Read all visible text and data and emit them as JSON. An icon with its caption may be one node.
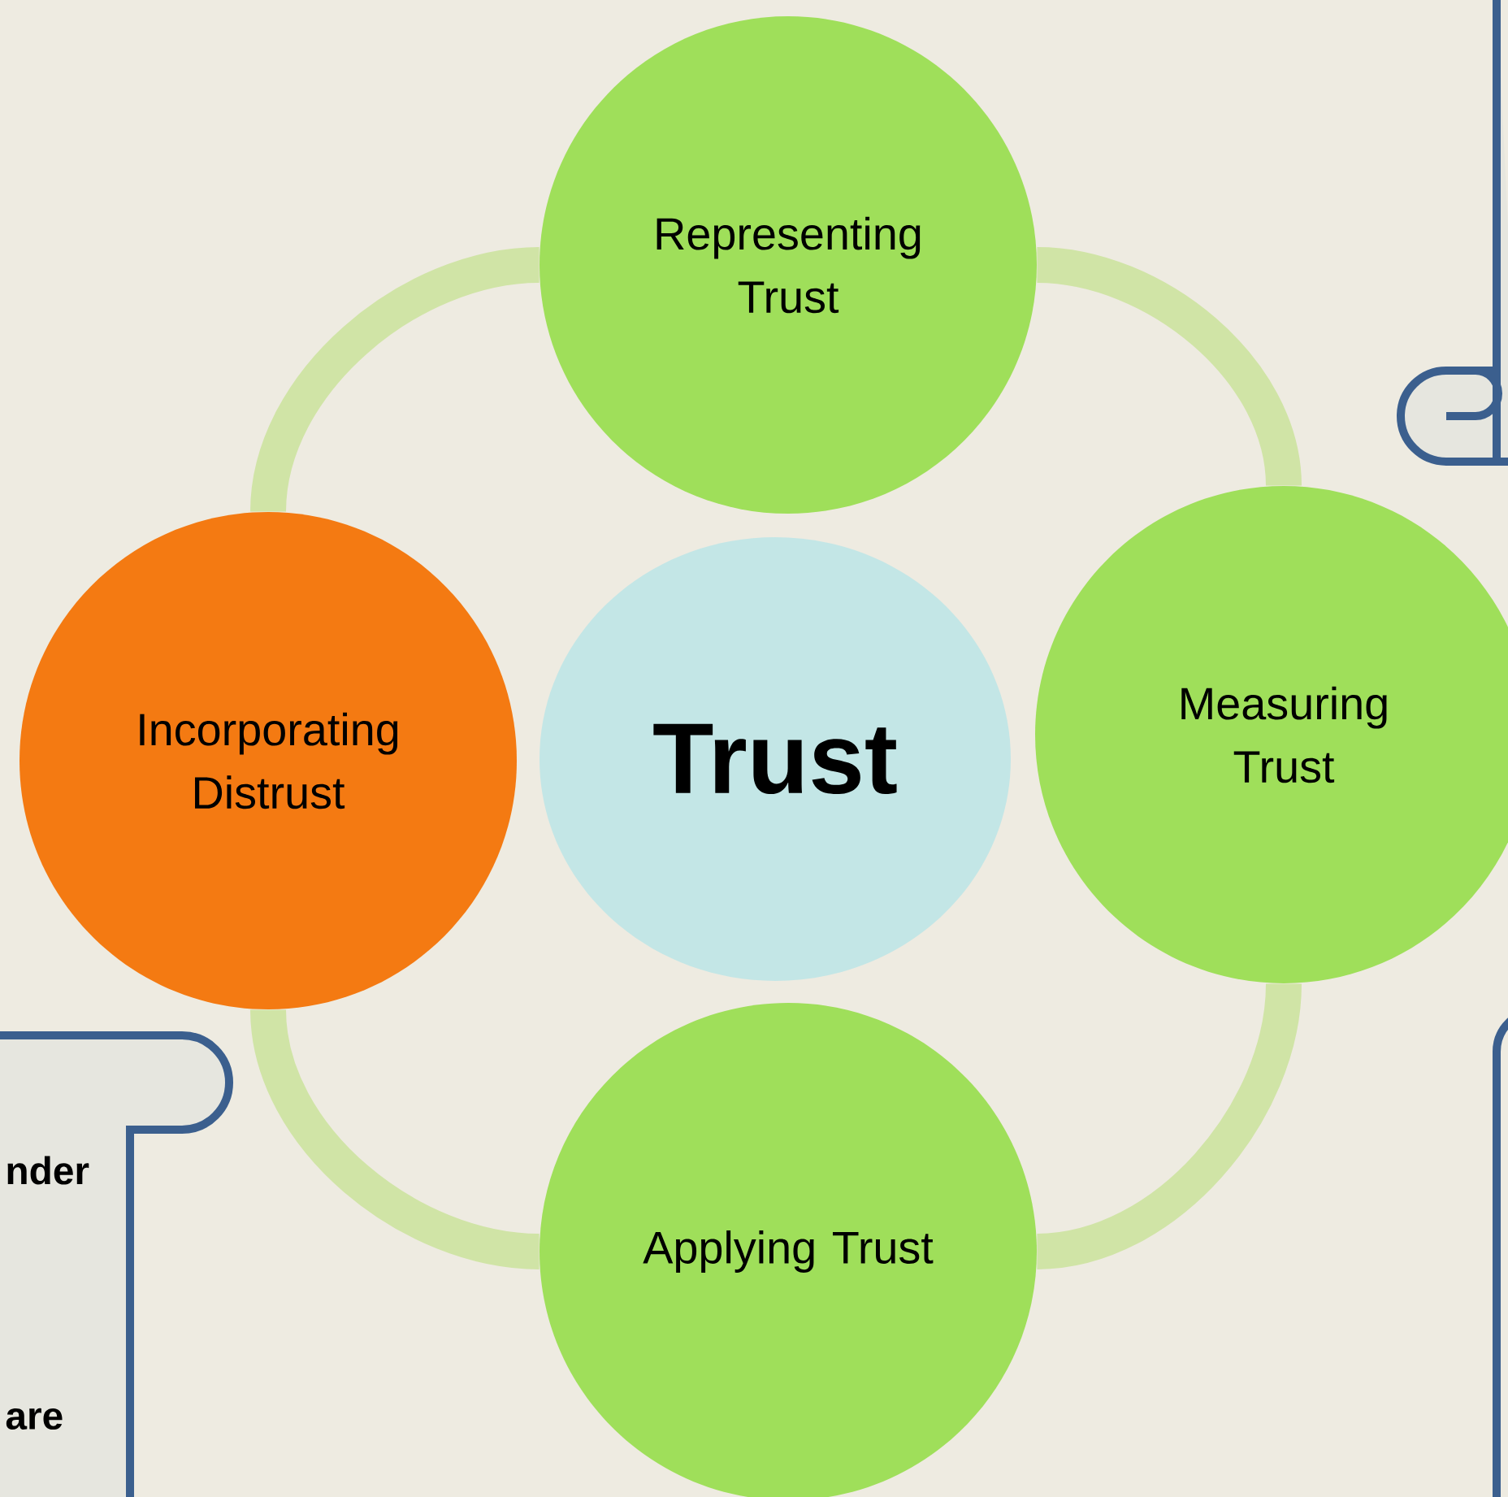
{
  "diagram": {
    "nodes": [
      {
        "text": [
          "Trust"
        ]
      },
      {
        "text": [
          "Representing Trust"
        ]
      },
      {
        "text": [
          "Measuring Trust"
        ]
      },
      {
        "text": [
          "Applying Trust"
        ]
      },
      {
        "text": [
          "Incorporating Distrust"
        ]
      }
    ],
    "edges": [
      {
        "from": 1,
        "to": 2,
        "arrow": "none"
      },
      {
        "from": 2,
        "to": 3,
        "arrow": "none"
      },
      {
        "from": 3,
        "to": 4,
        "arrow": "none"
      },
      {
        "from": 4,
        "to": 1,
        "arrow": "none"
      }
    ],
    "labels": [
      "nder",
      "are"
    ]
  }
}
